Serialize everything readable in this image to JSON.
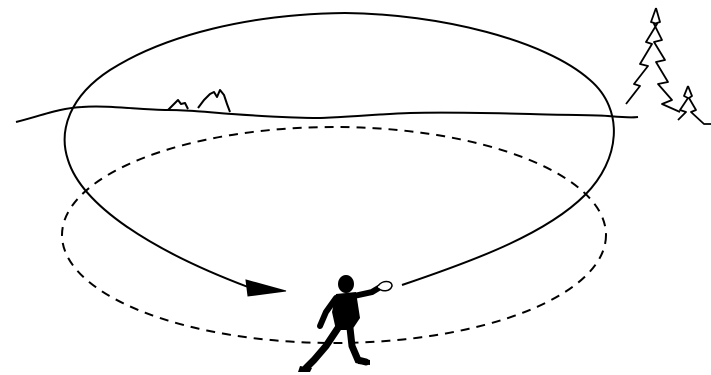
{
  "colors": {
    "background": "#ffffff",
    "ink": "#000000"
  },
  "elements": {
    "horizon": "horizon-line",
    "hills": "distant-hills",
    "trees": "pine-trees",
    "orbit": "orbit-loop-solid",
    "ground_ellipse": "ground-ellipse-dashed",
    "arrow": "direction-arrowhead",
    "figure": "throwing-person"
  }
}
